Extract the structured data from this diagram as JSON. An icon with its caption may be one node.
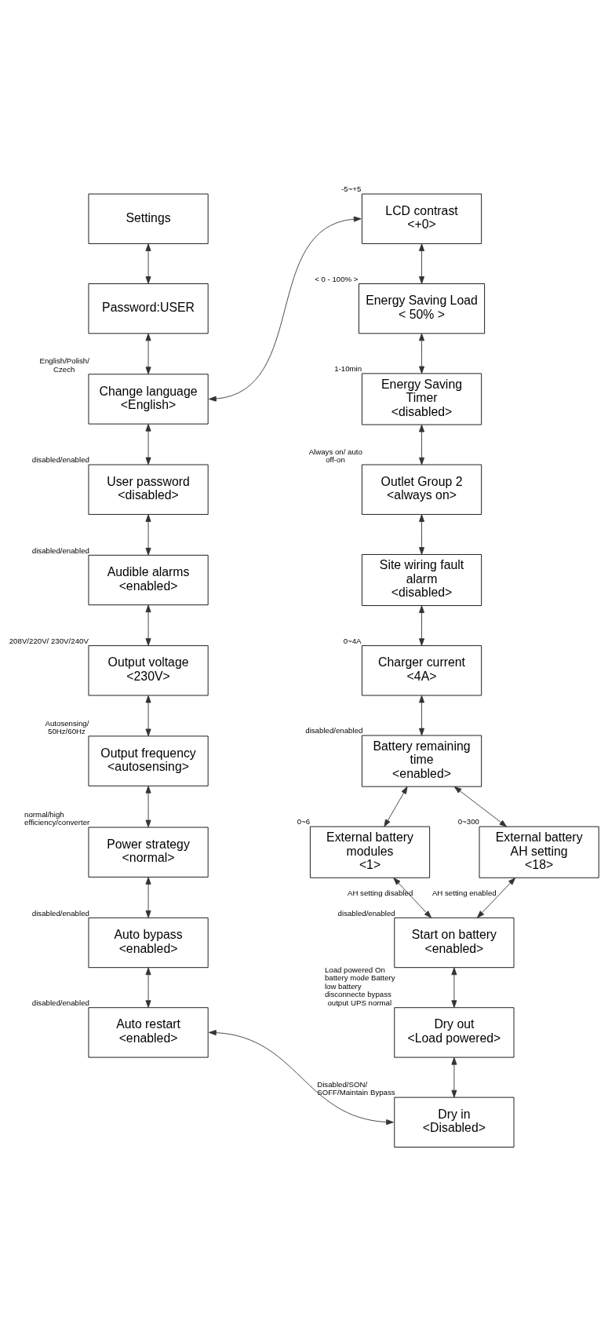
{
  "diagram": {
    "nodes": [
      {
        "text": [
          "Settings"
        ]
      },
      {
        "text": [
          "Password:USER"
        ]
      },
      {
        "text": [
          "Change language",
          "<English>"
        ],
        "beside": [
          "English/Polish/ Czech"
        ]
      },
      {
        "text": [
          "User password",
          "<disabled>"
        ],
        "beside": [
          "disabled/enabled"
        ]
      },
      {
        "text": [
          "Audible alarms",
          "<enabled>"
        ],
        "beside": [
          "disabled/enabled"
        ]
      },
      {
        "text": [
          "Output voltage",
          "<230V>"
        ],
        "beside": [
          "208V/220V/ 230V/240V"
        ]
      },
      {
        "text": [
          "Output frequency",
          "<autosensing>"
        ],
        "beside": [
          "Autosensing/ 50Hz/60Hz"
        ]
      },
      {
        "text": [
          "Power strategy",
          "<normal>"
        ],
        "beside": [
          "normal/high efficiency/converter"
        ]
      },
      {
        "text": [
          "Auto bypass",
          "<enabled>"
        ],
        "beside": [
          "disabled/enabled"
        ]
      },
      {
        "text": [
          "Auto restart",
          "<enabled>"
        ],
        "beside": [
          "disabled/enabled"
        ]
      },
      {
        "text": [
          "LCD contrast",
          "<+0>"
        ],
        "beside": [
          "-5~+5"
        ]
      },
      {
        "text": [
          "Energy Saving Load",
          "< 50% >"
        ],
        "beside": [
          "< 0 - 100% >"
        ]
      },
      {
        "text": [
          "Energy Saving Timer",
          "<disabled>"
        ],
        "beside": [
          "1-10min"
        ]
      },
      {
        "text": [
          "Outlet Group 2",
          "<always on>"
        ],
        "beside": [
          "Always on/ auto off-on"
        ]
      },
      {
        "text": [
          "Site wiring fault alarm",
          "<disabled>"
        ]
      },
      {
        "text": [
          "Charger current",
          "<4A>"
        ],
        "beside": [
          "0~4A"
        ]
      },
      {
        "text": [
          "Battery remaining time",
          "<enabled>"
        ],
        "beside": [
          "disabled/enabled"
        ]
      },
      {
        "text": [
          "External battery modules",
          "<1>"
        ],
        "beside": [
          "0~6"
        ]
      },
      {
        "text": [
          "External battery AH setting",
          "<18>"
        ],
        "beside": [
          "0~300"
        ]
      },
      {
        "text": [
          "Start on battery",
          "<enabled>"
        ],
        "beside": [
          "disabled/enabled"
        ]
      },
      {
        "text": [
          "Dry out",
          "<Load powered>"
        ],
        "beside": [
          "Load powered On battery mode Battery low battery disconnecte bypass output UPS normal"
        ]
      },
      {
        "text": [
          "Dry in",
          "<Disabled>"
        ],
        "beside": [
          "Disabled/SON/ SOFF/Maintain Bypass"
        ]
      }
    ],
    "edges": [
      {
        "from": 0,
        "to": 1,
        "arrow": "both"
      },
      {
        "from": 1,
        "to": 2,
        "arrow": "both"
      },
      {
        "from": 2,
        "to": 3,
        "arrow": "both"
      },
      {
        "from": 3,
        "to": 4,
        "arrow": "both"
      },
      {
        "from": 4,
        "to": 5,
        "arrow": "both"
      },
      {
        "from": 5,
        "to": 6,
        "arrow": "both"
      },
      {
        "from": 6,
        "to": 7,
        "arrow": "both"
      },
      {
        "from": 7,
        "to": 8,
        "arrow": "both"
      },
      {
        "from": 8,
        "to": 9,
        "arrow": "both"
      },
      {
        "from": 2,
        "to": 10,
        "arrow": "both"
      },
      {
        "from": 10,
        "to": 11,
        "arrow": "both"
      },
      {
        "from": 11,
        "to": 12,
        "arrow": "both"
      },
      {
        "from": 12,
        "to": 13,
        "arrow": "both"
      },
      {
        "from": 13,
        "to": 14,
        "arrow": "both"
      },
      {
        "from": 14,
        "to": 15,
        "arrow": "both"
      },
      {
        "from": 15,
        "to": 16,
        "arrow": "both"
      },
      {
        "from": 16,
        "to": 17,
        "arrow": "both"
      },
      {
        "from": 16,
        "to": 18,
        "arrow": "both"
      },
      {
        "from": 17,
        "to": 19,
        "arrow": "both",
        "label": "AH setting disabled"
      },
      {
        "from": 18,
        "to": 19,
        "arrow": "both",
        "label": "AH setting enabled"
      },
      {
        "from": 19,
        "to": 20,
        "arrow": "both"
      },
      {
        "from": 20,
        "to": 21,
        "arrow": "both"
      },
      {
        "from": 9,
        "to": 21,
        "arrow": "both"
      }
    ]
  }
}
